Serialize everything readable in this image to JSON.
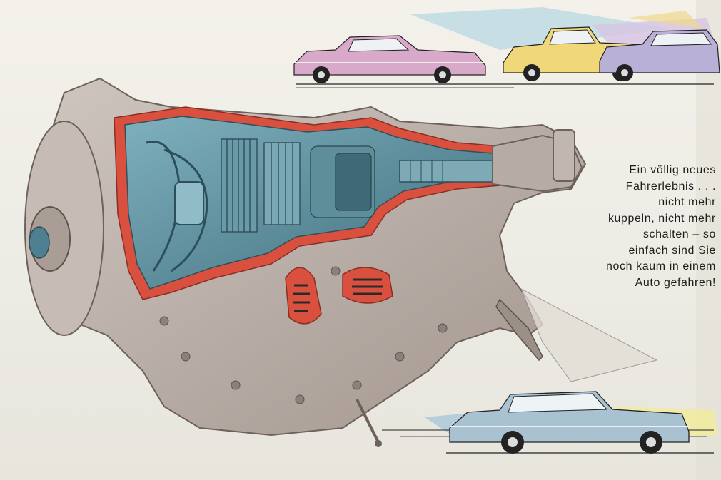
{
  "caption": {
    "lines": [
      "Ein völlig neues",
      "Fahrerlebnis . . .",
      "nicht mehr",
      "kuppeln, nicht mehr",
      "schalten – so",
      "einfach sind Sie",
      "noch kaum in einem",
      "Auto gefahren!"
    ]
  },
  "colors": {
    "paper": "#efede6",
    "housing": "#bdb3ac",
    "cutaway_red": "#d9503f",
    "internals_blue": "#5e8f9c",
    "car_pink": "#d8a8c8",
    "car_yellow": "#efd877",
    "car_blue": "#a9c4d6"
  }
}
